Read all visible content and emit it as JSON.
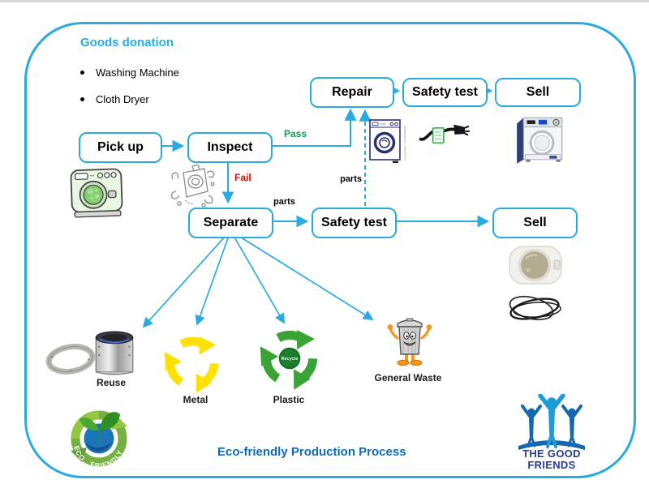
{
  "colors": {
    "accent": "#29ABE2",
    "pass_green": "#00A651",
    "fail_red": "#FF0000",
    "footer_blue": "#0B6BBF",
    "navy": "#2B3990",
    "metal_yellow": "#FFE100",
    "plastic_green": "#3AA335"
  },
  "header": {
    "title": "Goods donation",
    "bullets": [
      "Washing Machine",
      "Cloth Dryer"
    ]
  },
  "flow": {
    "boxes": {
      "pickup": "Pick up",
      "inspect": "Inspect",
      "repair": "Repair",
      "safety_top": "Safety test",
      "sell_top": "Sell",
      "separate": "Separate",
      "safety_mid": "Safety test",
      "sell_mid": "Sell"
    },
    "labels": {
      "pass": "Pass",
      "fail": "Fail",
      "parts_to_repair": "parts",
      "parts_to_safety": "parts"
    }
  },
  "categories": [
    {
      "label": "Reuse"
    },
    {
      "label": "Metal"
    },
    {
      "label": "Plastic"
    },
    {
      "label": "General Waste"
    }
  ],
  "icons": {
    "plastic_recycle_text": "Recycle",
    "repair_machine_watermark": "shutterstock - 105442073"
  },
  "footer": {
    "caption": "Eco-friendly Production Process"
  },
  "logos": {
    "eco": {
      "word1": "ECO",
      "word2": "FRIENDLY"
    },
    "good_friends": {
      "line1": "THE GOOD",
      "line2": "FRIENDS"
    }
  }
}
